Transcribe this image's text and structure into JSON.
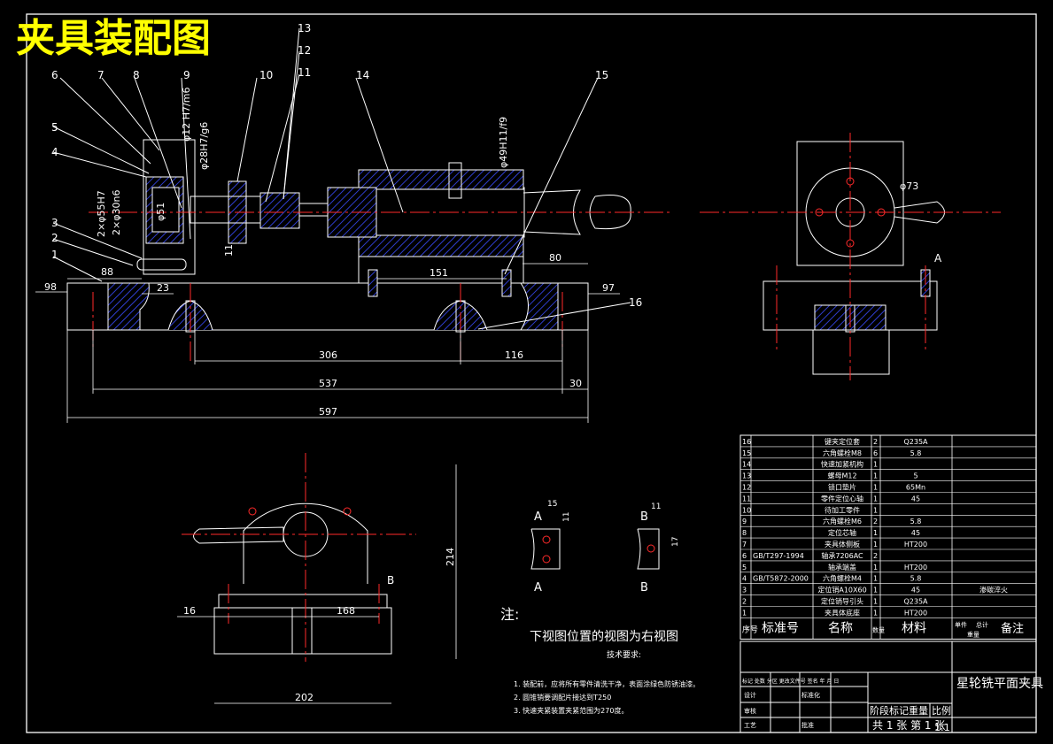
{
  "title": "夹具装配图",
  "balloons": [
    "1",
    "2",
    "3",
    "4",
    "5",
    "6",
    "7",
    "8",
    "9",
    "10",
    "11",
    "12",
    "13",
    "14",
    "15",
    "16"
  ],
  "fit_labels": {
    "f1": "φ12 H7/m6",
    "f2": "φ28H7/g6",
    "f3": "φ49H11/f9",
    "f4": "2×φ55H7",
    "f5": "2×φ30n6",
    "f6": "φ51",
    "f7": "φ73"
  },
  "dims": {
    "d88": "88",
    "d23": "23",
    "d98": "98",
    "d151": "151",
    "d80": "80",
    "d97": "97",
    "d306": "306",
    "d116": "116",
    "d537": "537",
    "d30": "30",
    "d597": "597",
    "d11": "11",
    "d16": "16",
    "d168": "168",
    "d214": "214",
    "d202": "202",
    "d15": "15",
    "d11b": "11",
    "d11c": "11",
    "d17": "17"
  },
  "section_labels": {
    "A": "A",
    "B": "B"
  },
  "notes": {
    "heading": "注:",
    "line1": "下视图位置的视图为右视图",
    "subhead": "技术要求:",
    "items": [
      "1. 装配前，应将所有零件清洗干净，表面涂绿色防锈油漆。",
      "2. 圆锥销要调配片接达到T250",
      "3. 快速夹紧装置夹紧范围为270度。"
    ]
  },
  "bom": {
    "rows": [
      {
        "no": "16",
        "std": "",
        "name": "键夹定位套",
        "qty": "2",
        "mat": "Q235A",
        "note": ""
      },
      {
        "no": "15",
        "std": "",
        "name": "六角螺栓M8",
        "qty": "6",
        "mat": "5.8",
        "note": ""
      },
      {
        "no": "14",
        "std": "",
        "name": "快速加紧机构",
        "qty": "1",
        "mat": "",
        "note": ""
      },
      {
        "no": "13",
        "std": "",
        "name": "螺母M12",
        "qty": "1",
        "mat": "5",
        "note": ""
      },
      {
        "no": "12",
        "std": "",
        "name": "锁口垫片",
        "qty": "1",
        "mat": "65Mn",
        "note": ""
      },
      {
        "no": "11",
        "std": "",
        "name": "零件定位心轴",
        "qty": "1",
        "mat": "45",
        "note": ""
      },
      {
        "no": "10",
        "std": "",
        "name": "待加工零件",
        "qty": "1",
        "mat": "",
        "note": ""
      },
      {
        "no": "9",
        "std": "",
        "name": "六角螺栓M6",
        "qty": "2",
        "mat": "5.8",
        "note": ""
      },
      {
        "no": "8",
        "std": "",
        "name": "定位芯轴",
        "qty": "1",
        "mat": "45",
        "note": ""
      },
      {
        "no": "7",
        "std": "",
        "name": "夹具体侧板",
        "qty": "1",
        "mat": "HT200",
        "note": ""
      },
      {
        "no": "6",
        "std": "GB/T297-1994",
        "name": "轴承7206AC",
        "qty": "2",
        "mat": "",
        "note": ""
      },
      {
        "no": "5",
        "std": "",
        "name": "轴承端盖",
        "qty": "1",
        "mat": "HT200",
        "note": ""
      },
      {
        "no": "4",
        "std": "GB/T5872-2000",
        "name": "六角螺栓M4",
        "qty": "1",
        "mat": "5.8",
        "note": ""
      },
      {
        "no": "3",
        "std": "",
        "name": "定位销A10X60",
        "qty": "1",
        "mat": "45",
        "note": "渗碳淬火"
      },
      {
        "no": "2",
        "std": "",
        "name": "定位销导引头",
        "qty": "1",
        "mat": "Q235A",
        "note": ""
      },
      {
        "no": "1",
        "std": "",
        "name": "夹具体底座",
        "qty": "1",
        "mat": "HT200",
        "note": ""
      }
    ],
    "head_no": "序号",
    "head_std": "标准号",
    "head_name": "名称",
    "head_qty": "数量",
    "head_mat": "材料",
    "head_unit": "单件",
    "head_total": "总计",
    "head_weight": "重量",
    "head_note": "备注"
  },
  "titleblock": {
    "drawing_name": "星轮铣平面夹具",
    "scale": "1:1",
    "sheets": "共 1 张 第 1 张",
    "stage_labels": [
      "阶段标记",
      "重量",
      "比例"
    ],
    "design": "设计",
    "standardize": "标准化",
    "review": "审核",
    "process": "工艺",
    "approve": "批准",
    "mark_row": "标记 处数 分区 更改文件号 签名 年 月 日"
  },
  "colors": {
    "frame": "#ffffff",
    "centerline": "#ff2a2a",
    "hatch": "#3a4cff",
    "dimension": "#ffffff",
    "title": "#ffff00",
    "part": "#ffffff"
  }
}
